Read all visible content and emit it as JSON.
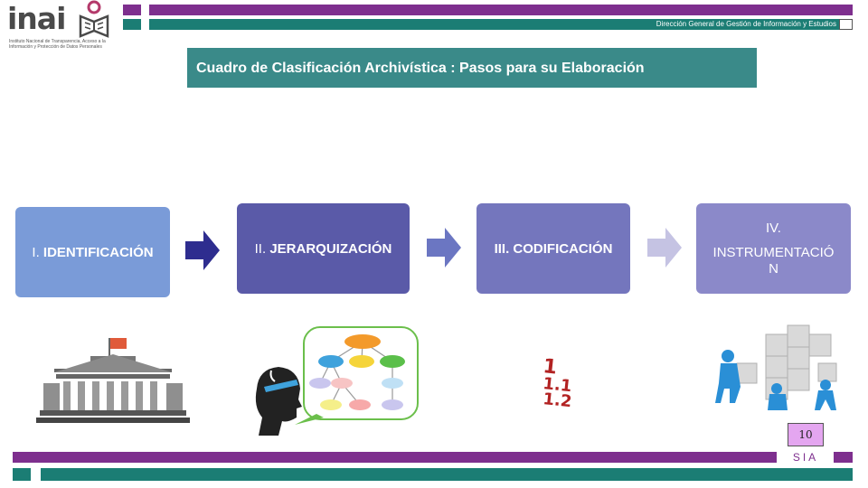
{
  "logo": {
    "wordmark": "inai",
    "tagline": "Instituto Nacional de Transparencia, Acceso a la Información y Protección de Datos Personales"
  },
  "header": {
    "subtitle": "Dirección General de Gestión de Información y Estudios",
    "title": "Cuadro de Clasificación Archivística : Pasos para su Elaboración"
  },
  "steps": [
    {
      "numeral": "I.",
      "label": "IDENTIFICACIÓN"
    },
    {
      "numeral": "II.",
      "label": "JERARQUIZACIÓN"
    },
    {
      "numeral": "III.",
      "label": "CODIFICACIÓN"
    },
    {
      "numeral": "IV.",
      "label": "INSTRUMENTACIÓ N"
    }
  ],
  "illustrations": {
    "icons": [
      "government-building-icon",
      "head-diagram-icon",
      "numbering-icon",
      "puzzle-team-icon"
    ],
    "numbering_text": [
      "1",
      "1.1",
      "1.2"
    ]
  },
  "footer": {
    "page_number": "10",
    "brand": "SIA"
  },
  "colors": {
    "purple": "#7e2f8e",
    "teal": "#1b7d74",
    "title_bg": "#3a8a89",
    "step1": "#7a9bd8",
    "step2": "#5a5aa8",
    "step3": "#7476bd",
    "step4": "#8b89c9"
  }
}
